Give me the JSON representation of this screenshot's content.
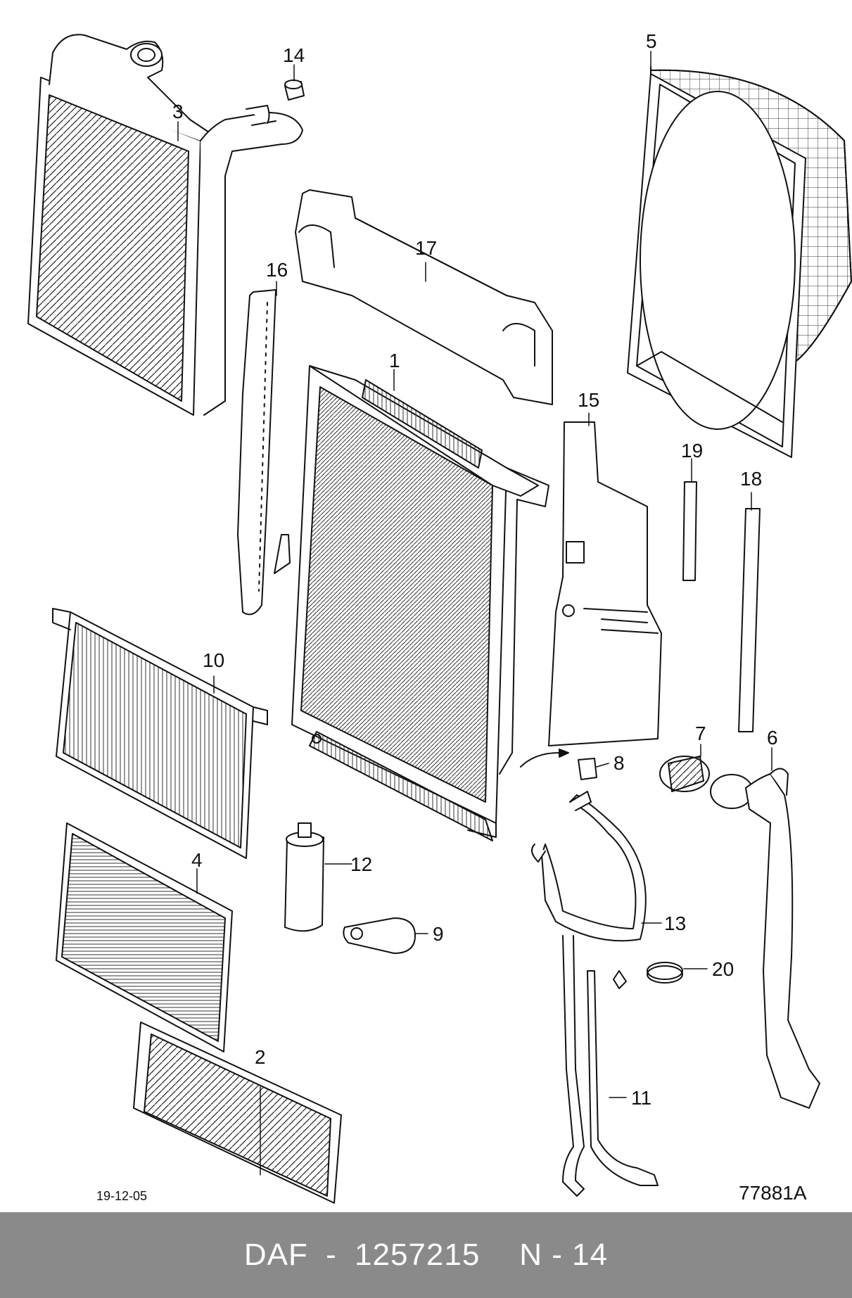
{
  "diagram": {
    "date_code": "19-12-05",
    "reference": "77881A",
    "callouts": [
      {
        "id": "c1",
        "label": "1"
      },
      {
        "id": "c2",
        "label": "2"
      },
      {
        "id": "c3",
        "label": "3"
      },
      {
        "id": "c4",
        "label": "4"
      },
      {
        "id": "c5",
        "label": "5"
      },
      {
        "id": "c6",
        "label": "6"
      },
      {
        "id": "c7",
        "label": "7"
      },
      {
        "id": "c8",
        "label": "8"
      },
      {
        "id": "c9",
        "label": "9"
      },
      {
        "id": "c10",
        "label": "10"
      },
      {
        "id": "c11",
        "label": "11"
      },
      {
        "id": "c12",
        "label": "12"
      },
      {
        "id": "c13",
        "label": "13"
      },
      {
        "id": "c14",
        "label": "14"
      },
      {
        "id": "c15",
        "label": "15"
      },
      {
        "id": "c16",
        "label": "16"
      },
      {
        "id": "c17",
        "label": "17"
      },
      {
        "id": "c18",
        "label": "18"
      },
      {
        "id": "c19",
        "label": "19"
      },
      {
        "id": "c20",
        "label": "20"
      }
    ]
  },
  "footer": {
    "brand": "DAF",
    "separator": "-",
    "part_number": "1257215",
    "page_code": "N - 14"
  },
  "colors": {
    "footer_bg": "#8a8a8a",
    "footer_text": "#ffffff",
    "line": "#111111"
  }
}
